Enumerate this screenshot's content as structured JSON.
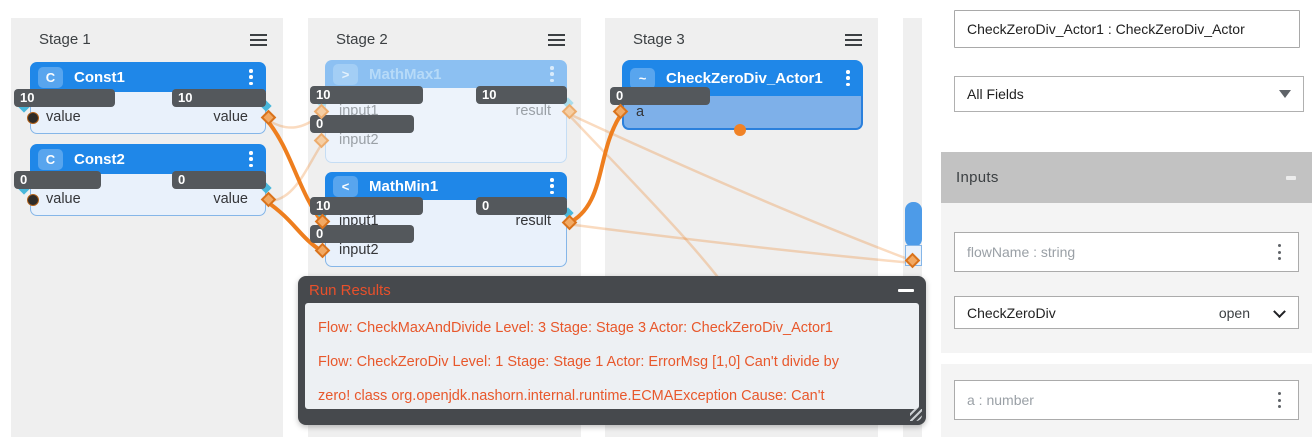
{
  "stage_headers": {
    "s1": "Stage 1",
    "s2": "Stage 2",
    "s3": "Stage 3"
  },
  "nodes": {
    "const1": {
      "badge": "C",
      "title": "Const1",
      "tag_in": "10",
      "tag_out": "10",
      "port_in": "value",
      "port_out": "value"
    },
    "const2": {
      "badge": "C",
      "title": "Const2",
      "tag_in": "0",
      "tag_out": "0",
      "port_in": "value",
      "port_out": "value"
    },
    "mathmax1": {
      "badge": ">",
      "title": "MathMax1",
      "tag_in1": "10",
      "tag_in2": "0",
      "tag_result": "10",
      "port_in1": "input1",
      "port_in2": "input2",
      "port_result": "result"
    },
    "mathmin1": {
      "badge": "<",
      "title": "MathMin1",
      "tag_in1": "10",
      "tag_in2": "0",
      "tag_result": "0",
      "port_in1": "input1",
      "port_in2": "input2",
      "port_result": "result"
    },
    "checkzerodiv": {
      "badge": "~",
      "title": "CheckZeroDiv_Actor1",
      "tag_a": "0",
      "port_a": "a"
    }
  },
  "run_results": {
    "title": "Run Results",
    "lines": [
      "Flow: CheckMaxAndDivide Level: 3 Stage: Stage 3 Actor: CheckZeroDiv_Actor1",
      "Flow: CheckZeroDiv Level: 1 Stage: Stage 1 Actor: ErrorMsg [1,0] Can't divide by",
      "zero! class org.openjdk.nashorn.internal.runtime.ECMAException Cause: Can't"
    ]
  },
  "sidebar": {
    "actor_field": "CheckZeroDiv_Actor1 : CheckZeroDiv_Actor",
    "fields_dropdown": "All Fields",
    "inputs_header": "Inputs",
    "flow_name_placeholder": "flowName : string",
    "flow_value": "CheckZeroDiv",
    "flow_action": "open",
    "a_placeholder": "a : number"
  },
  "colors": {
    "node_blue": "#1F87E8",
    "node_body_blue": "#E9F1FB",
    "selected_body_blue": "#7EB0E9",
    "faded_blue": "#8CC0F2",
    "tag_gray": "#54585C",
    "wire_orange": "#EE7E1E",
    "port_cyan": "#49B7DB",
    "error_text_orange": "#E8582C",
    "panel_dark": "#46494D",
    "stage_gray": "#EFEFEF",
    "inputs_header_gray": "#C2C2C2"
  }
}
